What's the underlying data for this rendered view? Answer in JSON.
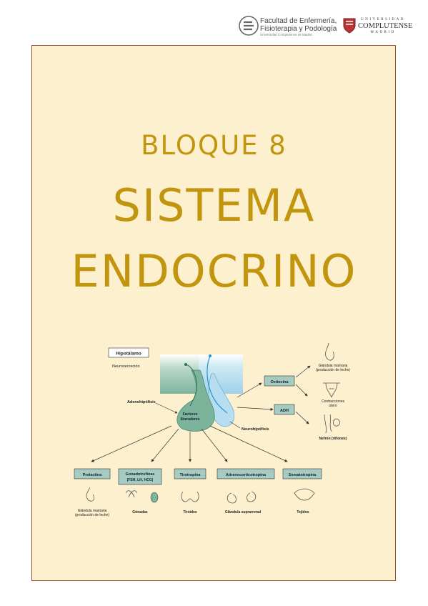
{
  "header": {
    "faculty_line1": "Facultad de Enfermería,",
    "faculty_line2": "Fisioterapia y Podología",
    "faculty_line3": "Universidad Complutense de Madrid",
    "ucm_top": "UNIVERSIDAD",
    "ucm_mid": "COMPLUTENSE",
    "ucm_bottom": "MADRID"
  },
  "colors": {
    "title": "#c1950d",
    "card_bg": "#fdf0cf",
    "card_border": "#9c4a2a",
    "box_fill": "#a6cbc1"
  },
  "cover": {
    "block_label": "BLOQUE 8",
    "title_line1": "SISTEMA",
    "title_line2": "ENDOCRINO"
  },
  "diagram": {
    "hipotalamo": "Hipotálamo",
    "neurosecrecion": "Neurosecreción",
    "adenohipofisis": "Adenohipófisis",
    "factores_1": "Factores",
    "factores_2": "liberadores",
    "neurohipofisis": "Neurohipófisis",
    "oxitocina": "Oxitocina",
    "adh": "ADH",
    "glandula_mamaria_top_1": "Glándula mamaria",
    "glandula_mamaria_top_2": "(producción de leche)",
    "contracciones_1": "Contracciones",
    "contracciones_2": "útero",
    "nefron": "Nefrón (riñones)",
    "prolactina": "Prolactina",
    "gonadotrofinas_1": "Gonadotrofinas",
    "gonadotrofinas_2": "(FSH, LH, HCG)",
    "tirotropina": "Tirotropina",
    "adrenocorticotropina": "Adrenocorticotropina",
    "somatotropina": "Somatotropina",
    "glandula_mamaria_bottom_1": "Glándula mamaria",
    "glandula_mamaria_bottom_2": "(producción de leche)",
    "gonadas": "Gónadas",
    "tiroides": "Tiroides",
    "glandula_suprarrenal": "Glándula suprarrenal",
    "tejidos": "Tejidos"
  }
}
